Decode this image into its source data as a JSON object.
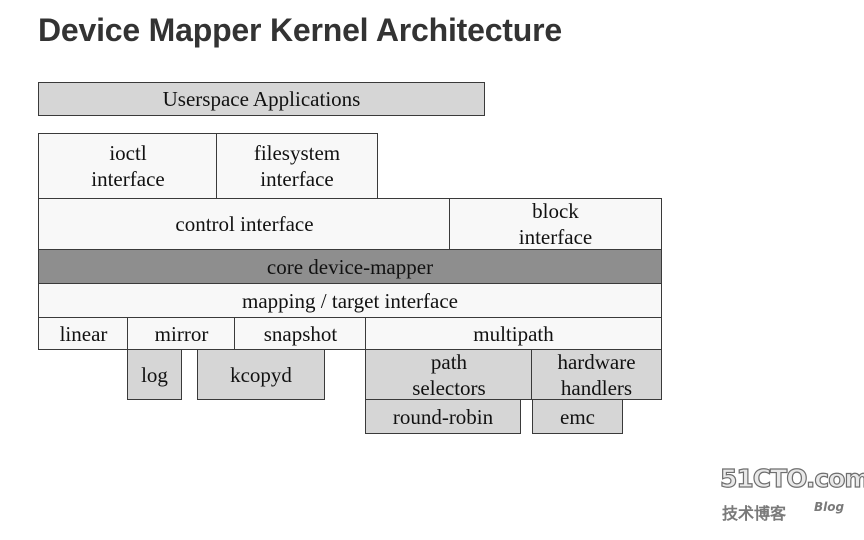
{
  "title": "Device Mapper Kernel Architecture",
  "diagram": {
    "userspace": "Userspace Applications",
    "ioctl": "ioctl\ninterface",
    "filesystem": "filesystem\ninterface",
    "control": "control interface",
    "block": "block\ninterface",
    "core": "core device-mapper",
    "mapping": "mapping / target interface",
    "linear": "linear",
    "mirror": "mirror",
    "snapshot": "snapshot",
    "multipath": "multipath",
    "log": "log",
    "kcopyd": "kcopyd",
    "path_selectors": "path\nselectors",
    "hardware_handlers": "hardware\nhandlers",
    "round_robin": "round-robin",
    "emc": "emc"
  },
  "watermark": {
    "site": "51CTO.com",
    "subtitle": "技术博客",
    "blog": "Blog"
  }
}
